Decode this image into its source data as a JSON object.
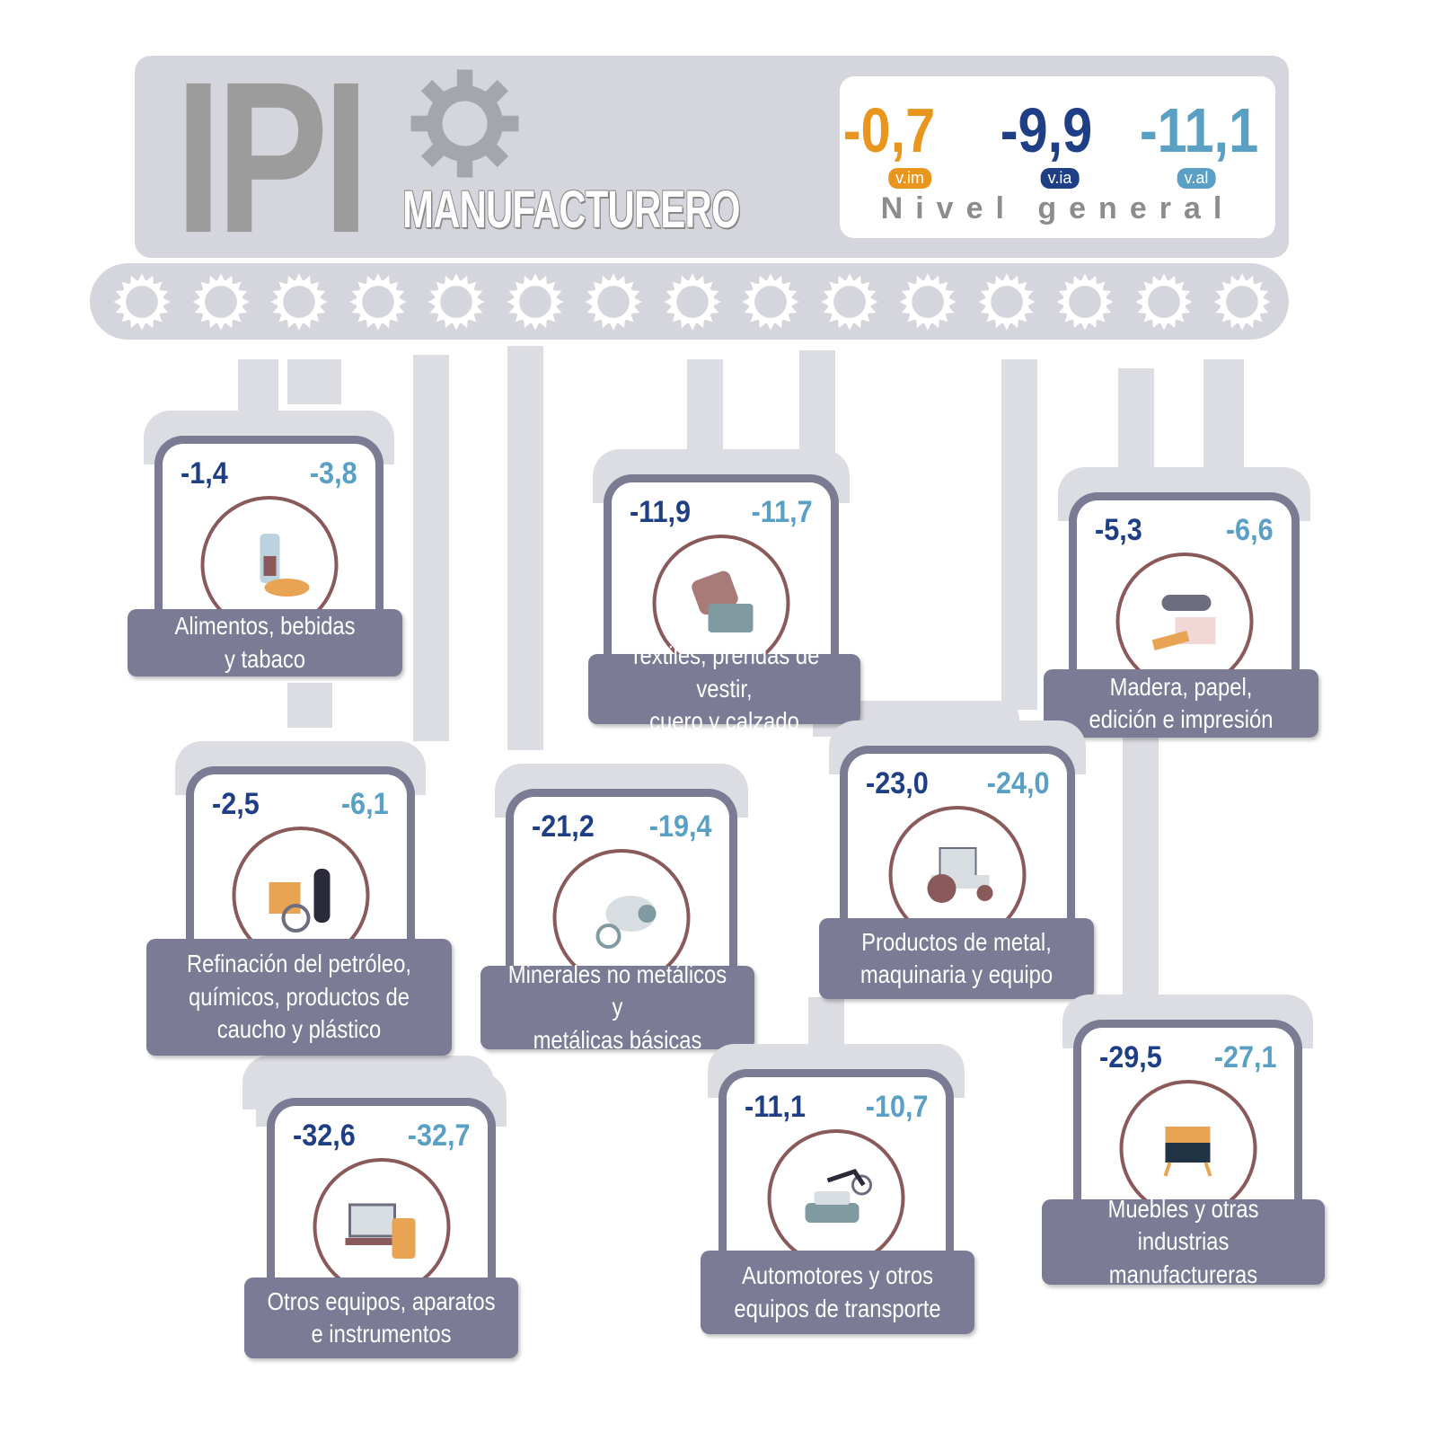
{
  "header": {
    "title": "IPI",
    "subtitle": "MANUFACTURERO",
    "general": {
      "label": "Nivel general",
      "vim": {
        "value": "-0,7",
        "badge": "v.im",
        "color": "#e8961e"
      },
      "via": {
        "value": "-9,9",
        "badge": "v.ia",
        "color": "#1e3f85"
      },
      "val": {
        "value": "-11,1",
        "badge": "v.al",
        "color": "#5a9fc4"
      }
    }
  },
  "colors": {
    "via": "#1e3f85",
    "val": "#5a9fc4",
    "label_bg": "#7b7b95",
    "frame": "#7b7b93"
  },
  "sectors": [
    {
      "id": "alimentos",
      "via": "-1,4",
      "val": "-3,8",
      "lines": [
        "Alimentos, bebidas",
        "y tabaco"
      ],
      "icon": "bottle-bread-icon"
    },
    {
      "id": "textiles",
      "via": "-11,9",
      "val": "-11,7",
      "lines": [
        "Textiles, prendas de vestir,",
        "cuero y calzado"
      ],
      "icon": "clothing-icon"
    },
    {
      "id": "madera",
      "via": "-5,3",
      "val": "-6,6",
      "lines": [
        "Madera, papel,",
        "edición e impresión"
      ],
      "icon": "paper-roll-icon"
    },
    {
      "id": "refinacion",
      "via": "-2,5",
      "val": "-6,1",
      "lines": [
        "Refinación del petróleo,",
        "químicos, productos de",
        "caucho y plástico"
      ],
      "icon": "chemicals-icon"
    },
    {
      "id": "minerales",
      "via": "-21,2",
      "val": "-19,4",
      "lines": [
        "Minerales no metálicos y",
        "metálicas básicas"
      ],
      "icon": "cement-mixer-icon"
    },
    {
      "id": "metal",
      "via": "-23,0",
      "val": "-24,0",
      "lines": [
        "Productos de metal,",
        "maquinaria y equipo"
      ],
      "icon": "tractor-icon"
    },
    {
      "id": "otros",
      "via": "-32,6",
      "val": "-32,7",
      "lines": [
        "Otros equipos, aparatos",
        "e instrumentos"
      ],
      "icon": "laptop-phone-icon"
    },
    {
      "id": "automotores",
      "via": "-11,1",
      "val": "-10,7",
      "lines": [
        "Automotores y otros",
        "equipos de transporte"
      ],
      "icon": "car-motorcycle-icon"
    },
    {
      "id": "muebles",
      "via": "-29,5",
      "val": "-27,1",
      "lines": [
        "Muebles y otras industrias",
        "manufactureras"
      ],
      "icon": "furniture-icon"
    }
  ]
}
